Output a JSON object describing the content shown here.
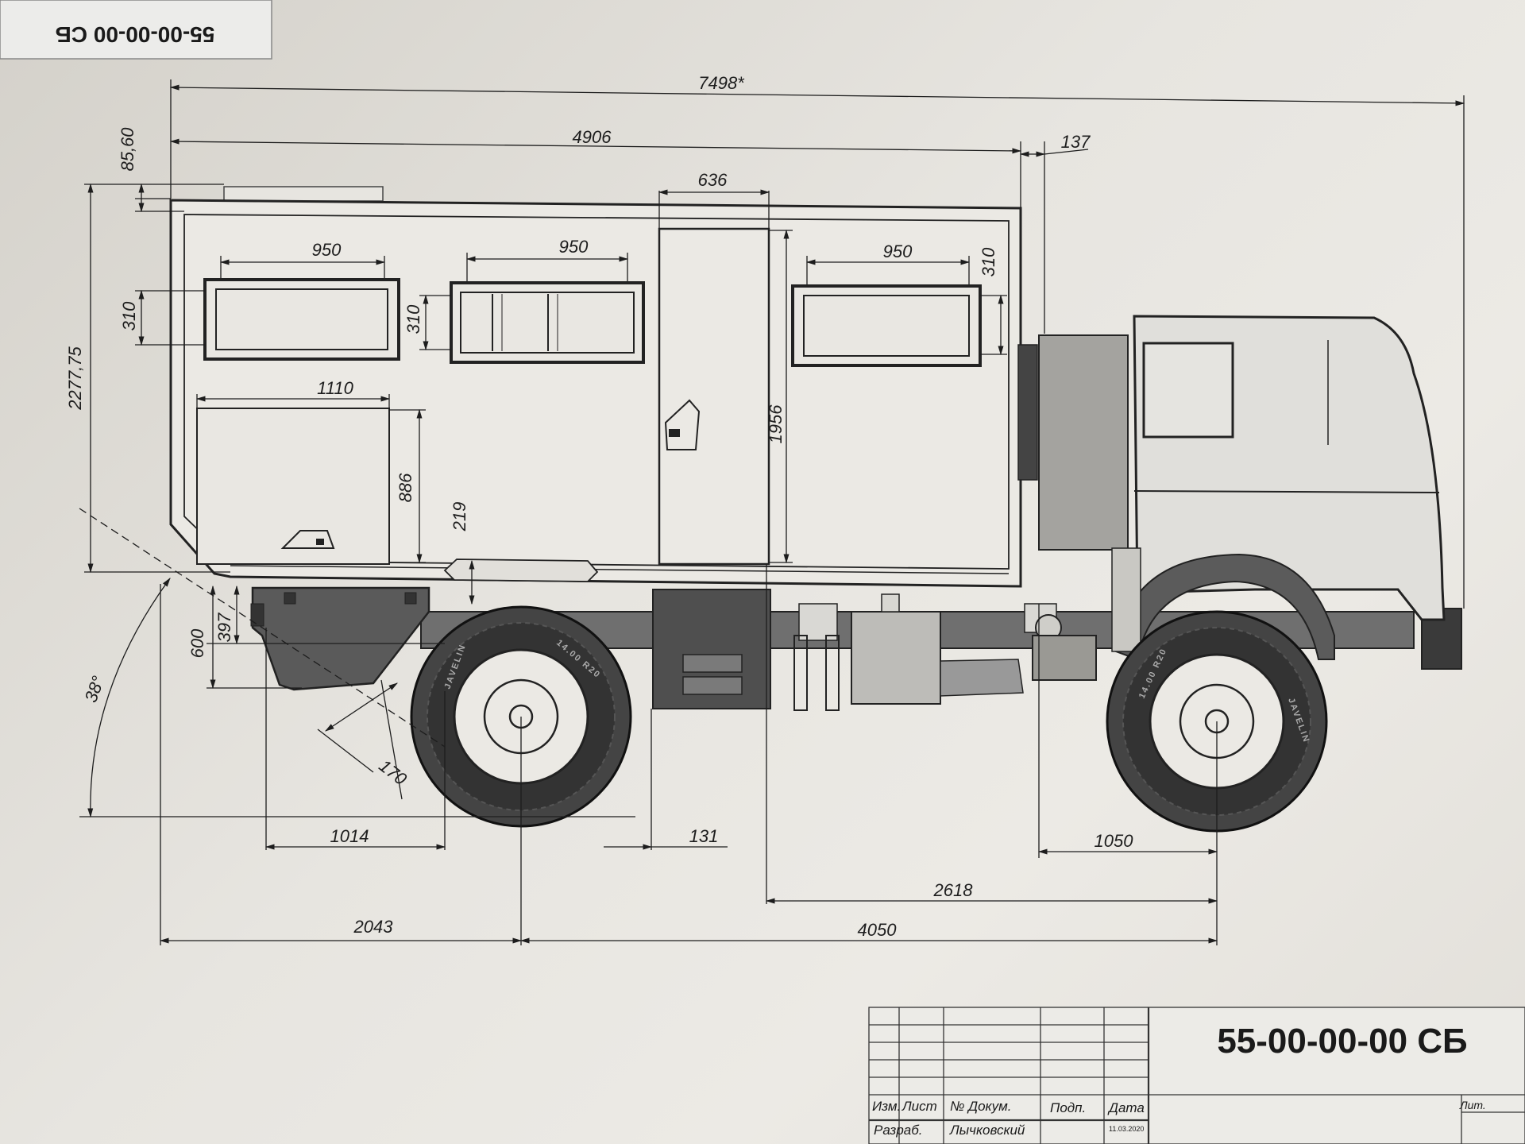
{
  "drawing": {
    "number": "55-00-00-00 СБ",
    "corner_stamp": "55-00-00-00 СБ"
  },
  "dimensions": {
    "overall_length": "7498*",
    "body_length": "4906",
    "cab_gap": "137",
    "roof_offset": "85,60",
    "overall_height": "2277,75",
    "door_width": "636",
    "window_1_width": "950",
    "window_2_width": "950",
    "window_3_width": "950",
    "window_1_height": "310",
    "window_2_height": "310",
    "window_3_height": "310",
    "hatch_width": "1110",
    "hatch_height": "886",
    "sill_height": "219",
    "door_height": "1956",
    "frame_height_600": "600",
    "frame_height_397": "397",
    "departure_angle": "38°",
    "chamfer": "170",
    "rear_overhang_box": "1014",
    "step_gap": "131",
    "front_axle_offset": "1050",
    "door_to_front_axle": "2618",
    "rear_overhang": "2043",
    "wheelbase": "4050"
  },
  "tire": {
    "size": "14.00 R20",
    "brand": "JAVELIN"
  },
  "title_block": {
    "col_izm": "Изм.",
    "col_list": "Лист",
    "col_doc": "№ Докум.",
    "col_sign": "Подп.",
    "col_date": "Дата",
    "row_role": "Разраб.",
    "row_name": "Лычковский",
    "row_date": "11.03.2020",
    "lit": "Лит."
  }
}
